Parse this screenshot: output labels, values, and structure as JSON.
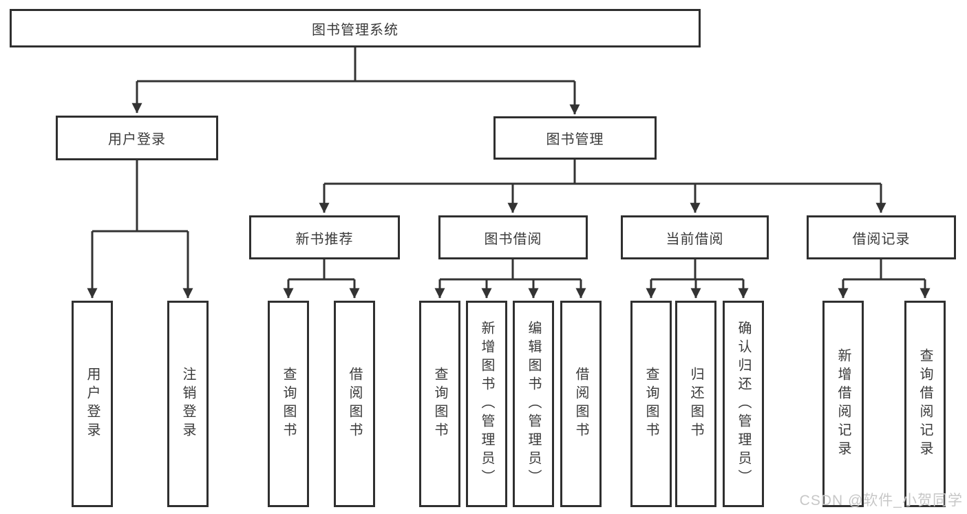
{
  "tree": {
    "label": "图书管理系统",
    "children": [
      {
        "label": "用户登录",
        "children": [
          {
            "label": "用户登录"
          },
          {
            "label": "注销登录"
          }
        ]
      },
      {
        "label": "图书管理",
        "children": [
          {
            "label": "新书推荐",
            "children": [
              {
                "label": "查询图书"
              },
              {
                "label": "借阅图书"
              }
            ]
          },
          {
            "label": "图书借阅",
            "children": [
              {
                "label": "查询图书"
              },
              {
                "label": "新增图书（管理员）"
              },
              {
                "label": "编辑图书（管理员）"
              },
              {
                "label": "借阅图书"
              }
            ]
          },
          {
            "label": "当前借阅",
            "children": [
              {
                "label": "查询图书"
              },
              {
                "label": "归还图书"
              },
              {
                "label": "确认归还（管理员）"
              }
            ]
          },
          {
            "label": "借阅记录",
            "children": [
              {
                "label": "新增借阅记录"
              },
              {
                "label": "查询借阅记录"
              }
            ]
          }
        ]
      }
    ]
  },
  "watermark": {
    "text": "CSDN @软件_小贺同学"
  },
  "colors": {
    "line": "#333333",
    "box_border": "#2f2f2f",
    "box_fill": "#ffffff",
    "text": "#3a3a3a",
    "watermark": "#c7c7c7",
    "background": "#ffffff"
  }
}
